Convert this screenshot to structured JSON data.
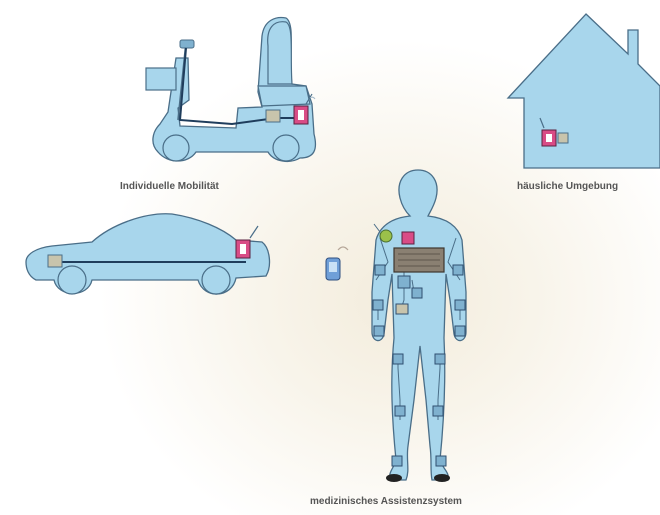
{
  "labels": {
    "mobility": "Individuelle Mobilität",
    "home": "häusliche Umgebung",
    "medical": "medizinisches Assistenzsystem"
  },
  "colors": {
    "body_fill": "#a8d6ec",
    "outline": "#4a6e88",
    "bus_line": "#1f3d5c",
    "sensor_fill": "#7fb1cf",
    "gateway_fill": "#d94c86",
    "gateway_stroke": "#5a2140",
    "device_fill": "#c8c4ac",
    "central_unit_fill": "#8a8072",
    "label_color": "#555555",
    "glow": "#f3ecdc"
  },
  "icons": [
    "scooter-icon",
    "house-icon",
    "car-icon",
    "human-body-icon",
    "smartphone-icon",
    "gateway-icon",
    "sensor-node-icon",
    "antenna-icon",
    "central-unit-icon"
  ]
}
